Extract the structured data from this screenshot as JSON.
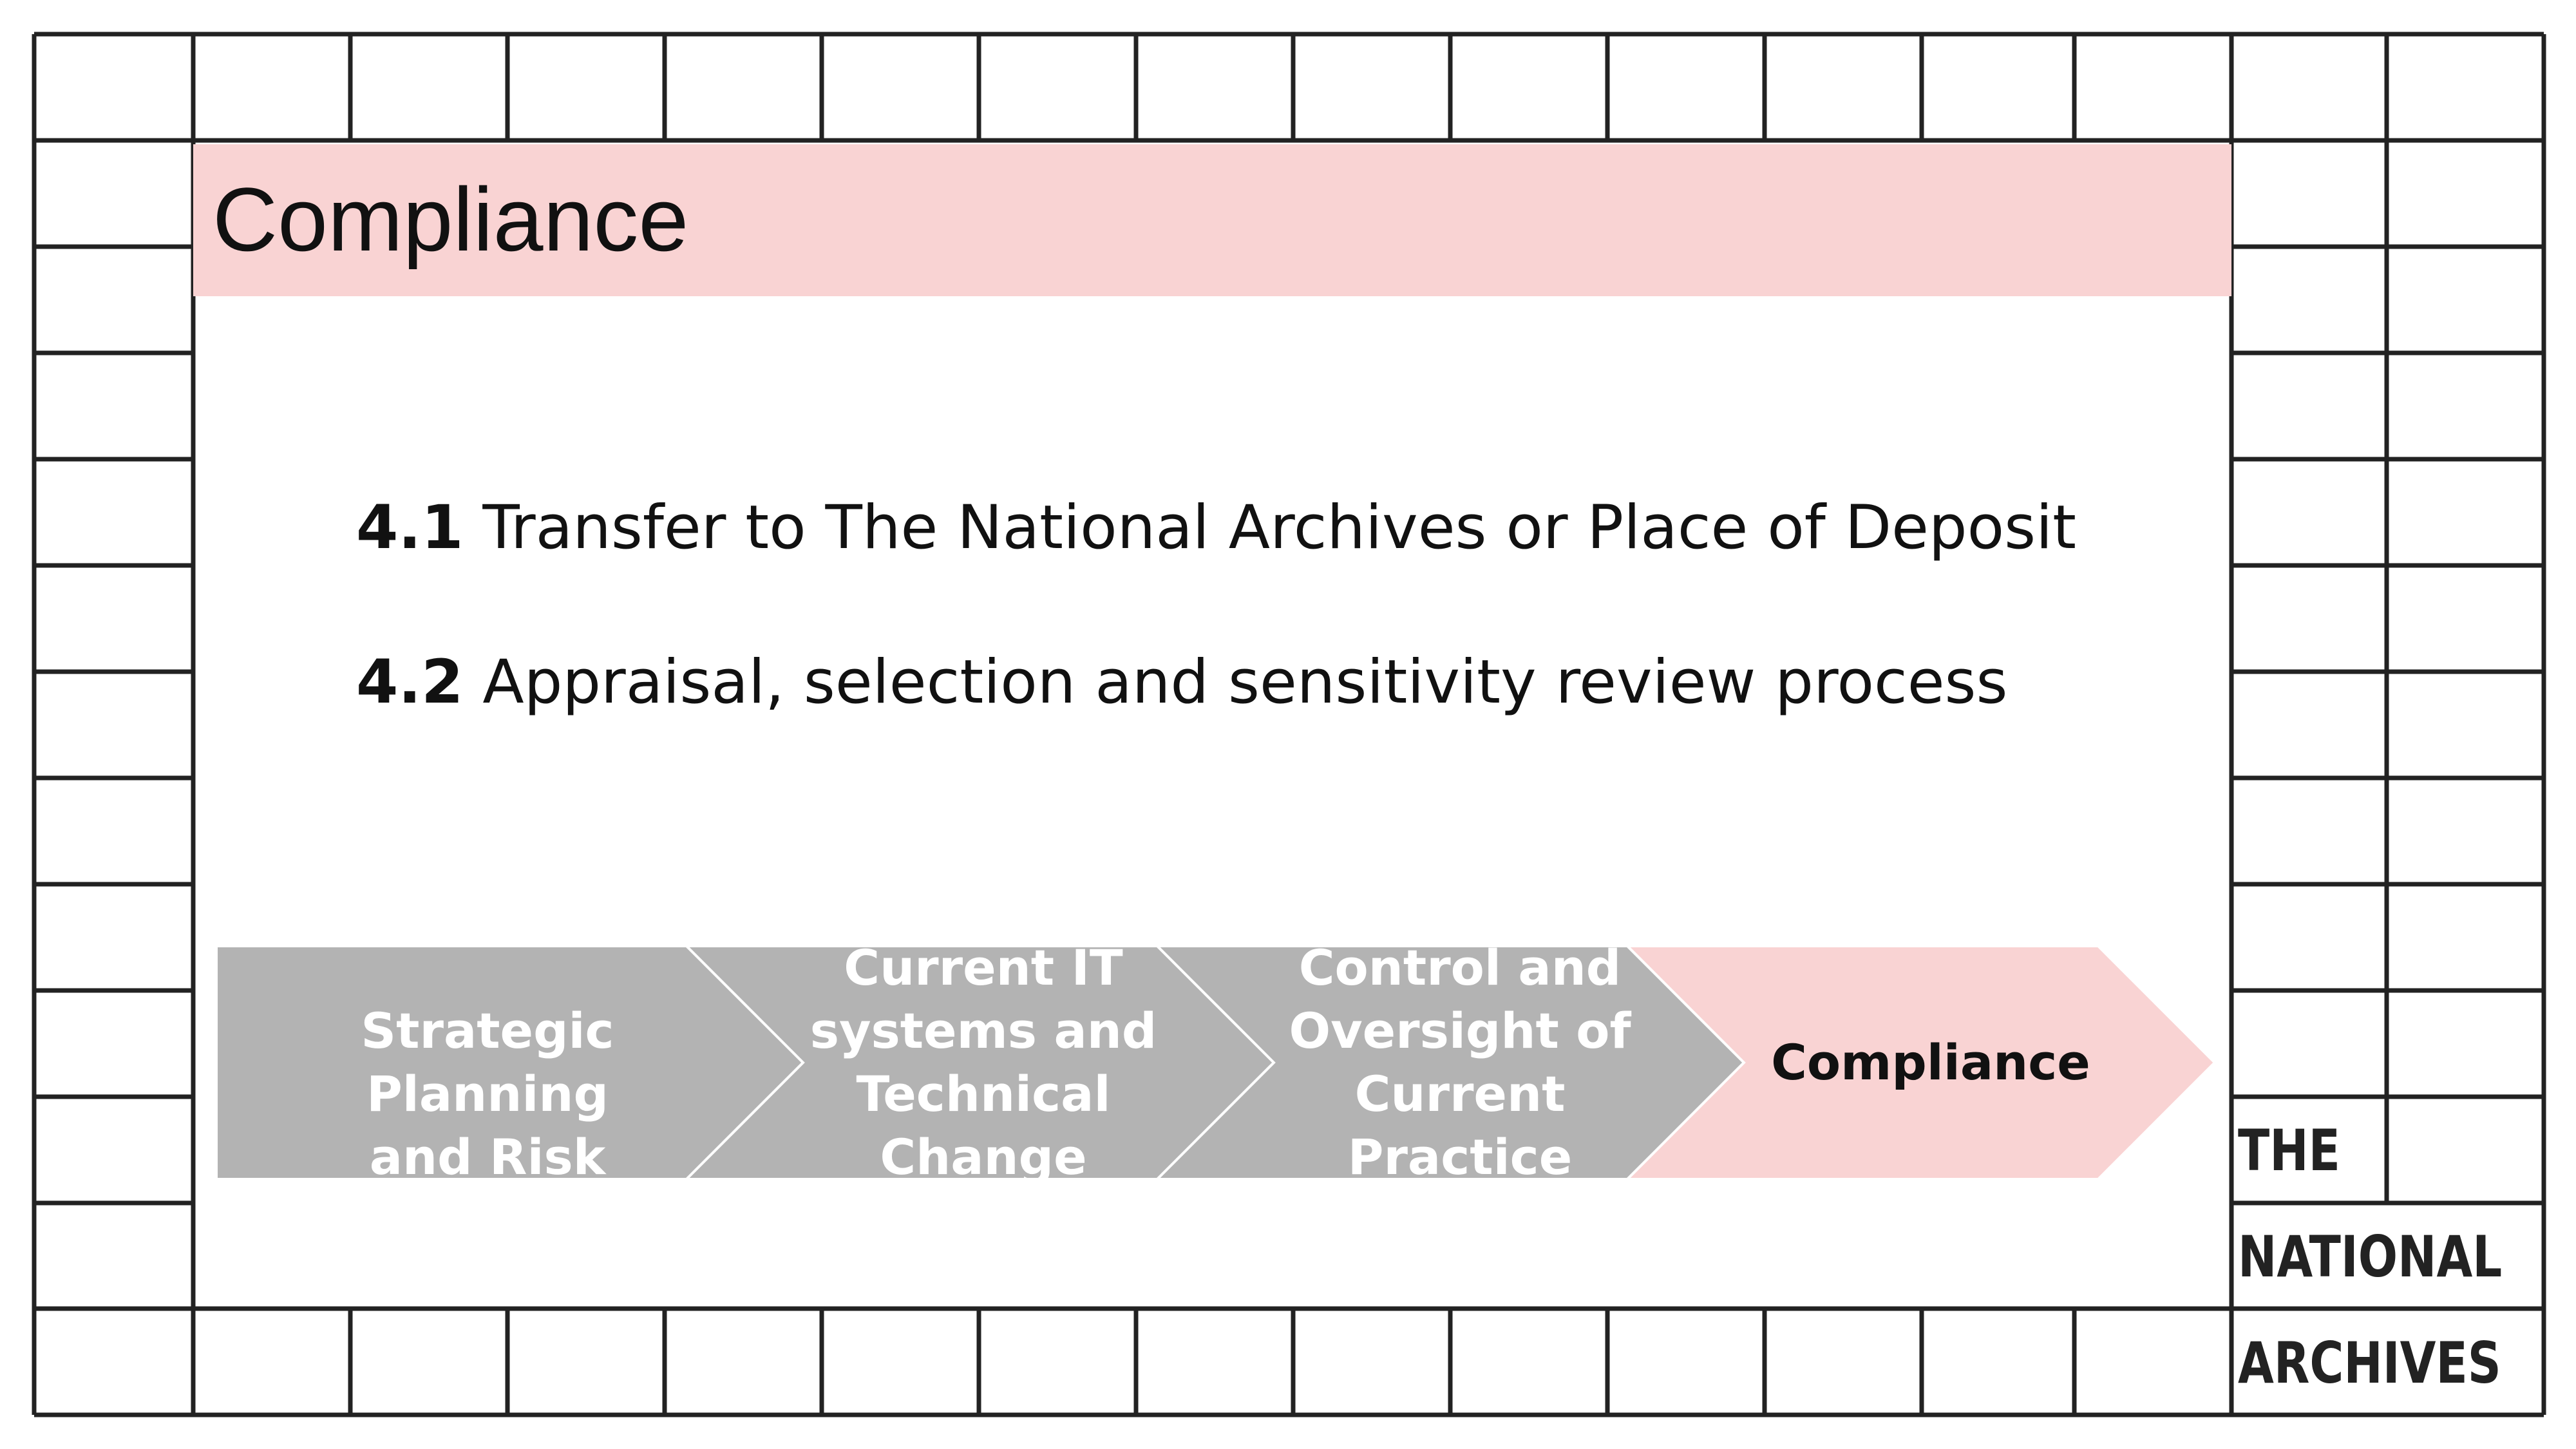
{
  "slide": {
    "title": "Compliance",
    "items": [
      {
        "number": "4.1",
        "text": "Transfer to The National Archives or Place of Deposit"
      },
      {
        "number": "4.2",
        "text": "Appraisal, selection and sensitivity review process"
      }
    ]
  },
  "process": {
    "steps": [
      {
        "label": "Strategic Planning and Risk",
        "active": false
      },
      {
        "label": "Current IT systems and Technical Change",
        "active": false
      },
      {
        "label": "Control and Oversight of Current Practice",
        "active": false
      },
      {
        "label": "Compliance",
        "active": true
      }
    ],
    "colors": {
      "inactive": "#b3b3b3",
      "active": "#f9d3d3",
      "grid": "#222222"
    }
  },
  "logo": {
    "lines": [
      "THE",
      "NATIONAL",
      "ARCHIVES"
    ]
  }
}
